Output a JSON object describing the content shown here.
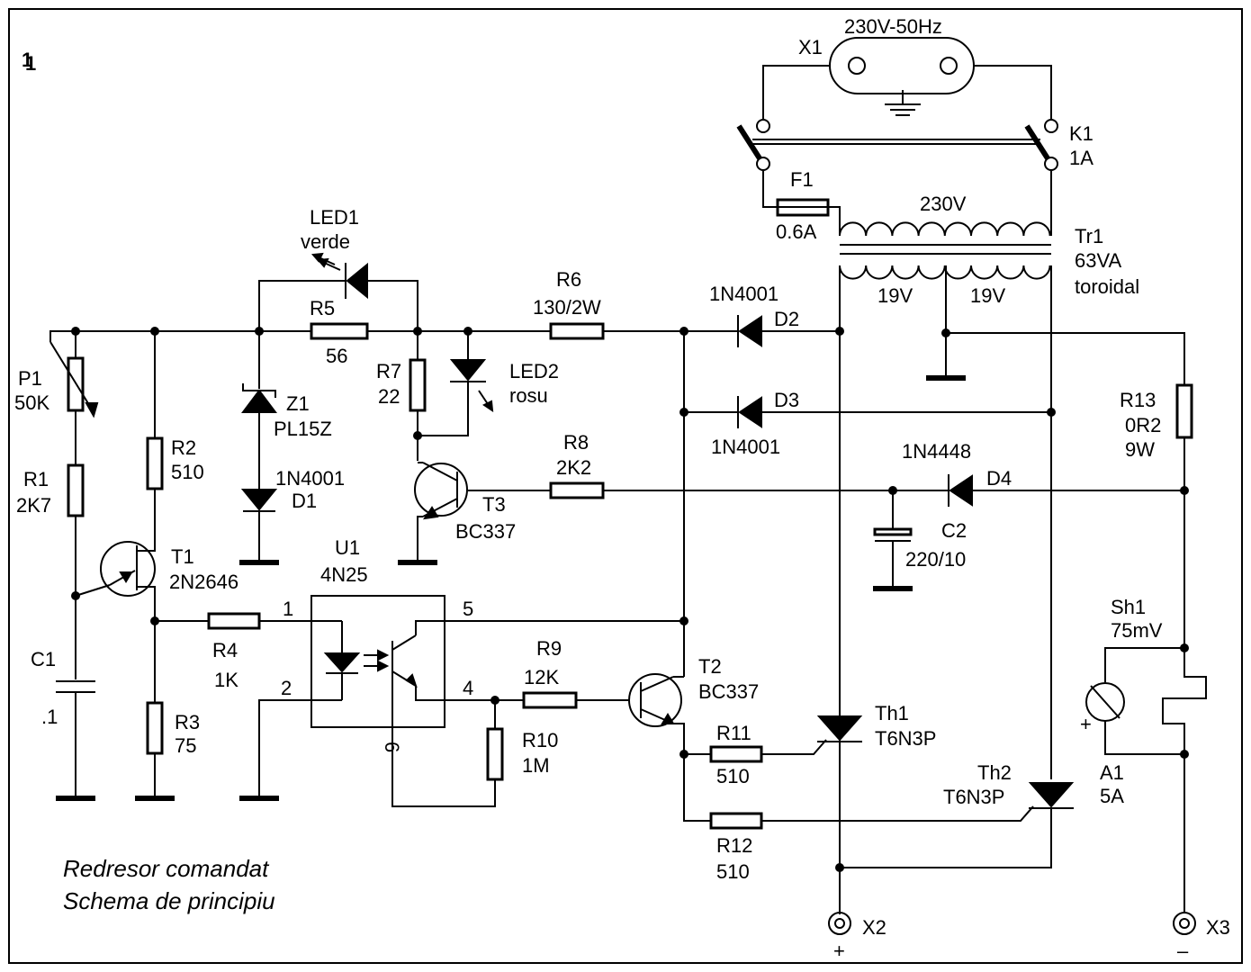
{
  "figure_number": "1",
  "caption": {
    "line1": "Redresor comandat",
    "line2": "Schema de principiu"
  },
  "labels": {
    "X1": "X1",
    "mains": "230V-50Hz",
    "K1": "K1",
    "K1_val": "1A",
    "F1": "F1",
    "F1_val": "0.6A",
    "primary": "230V",
    "Tr1": "Tr1",
    "Tr1_va": "63VA",
    "Tr1_type": "toroidal",
    "sec1": "19V",
    "sec2": "19V",
    "LED1": "LED1",
    "LED1_color": "verde",
    "R5": "R5",
    "R5_val": "56",
    "R6": "R6",
    "R6_val": "130/2W",
    "D2_type": "1N4001",
    "D2": "D2",
    "D3": "D3",
    "D3_type": "1N4001",
    "P1": "P1",
    "P1_val": "50K",
    "R1": "R1",
    "R1_val": "2K7",
    "R2": "R2",
    "R2_val": "510",
    "Z1": "Z1",
    "Z1_val": "PL15Z",
    "D1_type": "1N4001",
    "D1": "D1",
    "R7": "R7",
    "R7_val": "22",
    "LED2": "LED2",
    "LED2_color": "rosu",
    "R8": "R8",
    "R8_val": "2K2",
    "T3": "T3",
    "T3_type": "BC337",
    "D4_type": "1N4448",
    "D4": "D4",
    "C2": "C2",
    "C2_val": "220/10",
    "R13": "R13",
    "R13_val": "0R2",
    "R13_pow": "9W",
    "T1": "T1",
    "T1_type": "2N2646",
    "U1": "U1",
    "U1_type": "4N25",
    "pin1": "1",
    "pin2": "2",
    "pin4": "4",
    "pin5": "5",
    "pin6": "6",
    "C1": "C1",
    "C1_val": ".1",
    "R4": "R4",
    "R4_val": "1K",
    "R3": "R3",
    "R3_val": "75",
    "R9": "R9",
    "R9_val": "12K",
    "R10": "R10",
    "R10_val": "1M",
    "T2": "T2",
    "T2_type": "BC337",
    "R11": "R11",
    "R11_val": "510",
    "R12": "R12",
    "R12_val": "510",
    "Th1": "Th1",
    "Th1_type": "T6N3P",
    "Th2": "Th2",
    "Th2_type": "T6N3P",
    "Sh1": "Sh1",
    "Sh1_val": "75mV",
    "A1": "A1",
    "A1_val": "5A",
    "X2": "X2",
    "X3": "X3",
    "plus": "+",
    "minus": "–"
  }
}
